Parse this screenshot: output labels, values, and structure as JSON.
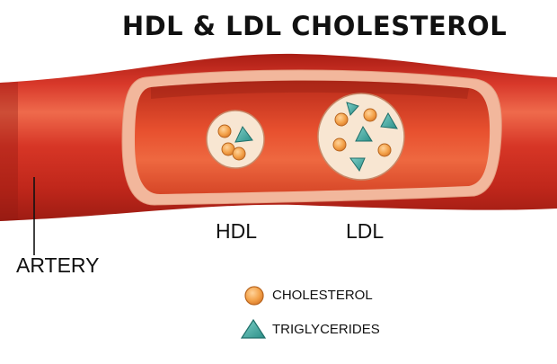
{
  "title": "HDL & LDL CHOLESTEROL",
  "labels": {
    "hdl": "HDL",
    "ldl": "LDL",
    "artery": "ARTERY"
  },
  "legend": {
    "cholesterol": "CHOLESTEROL",
    "triglycerides": "TRIGLYCERIDES"
  },
  "colors": {
    "artery_outer": "#c9281c",
    "artery_highlight": "#ef6a4c",
    "lumen_rim": "#f2b79c",
    "lumen_interior": "#e1462a",
    "particle_fill": "#f8e6d2",
    "cholesterol_orange": "#f3a24a",
    "triglyceride_teal": "#3fa9a2"
  },
  "particles": {
    "hdl": {
      "cholesterol_count": 3,
      "triglyceride_count": 1
    },
    "ldl": {
      "cholesterol_count": 4,
      "triglyceride_count": 4
    }
  }
}
